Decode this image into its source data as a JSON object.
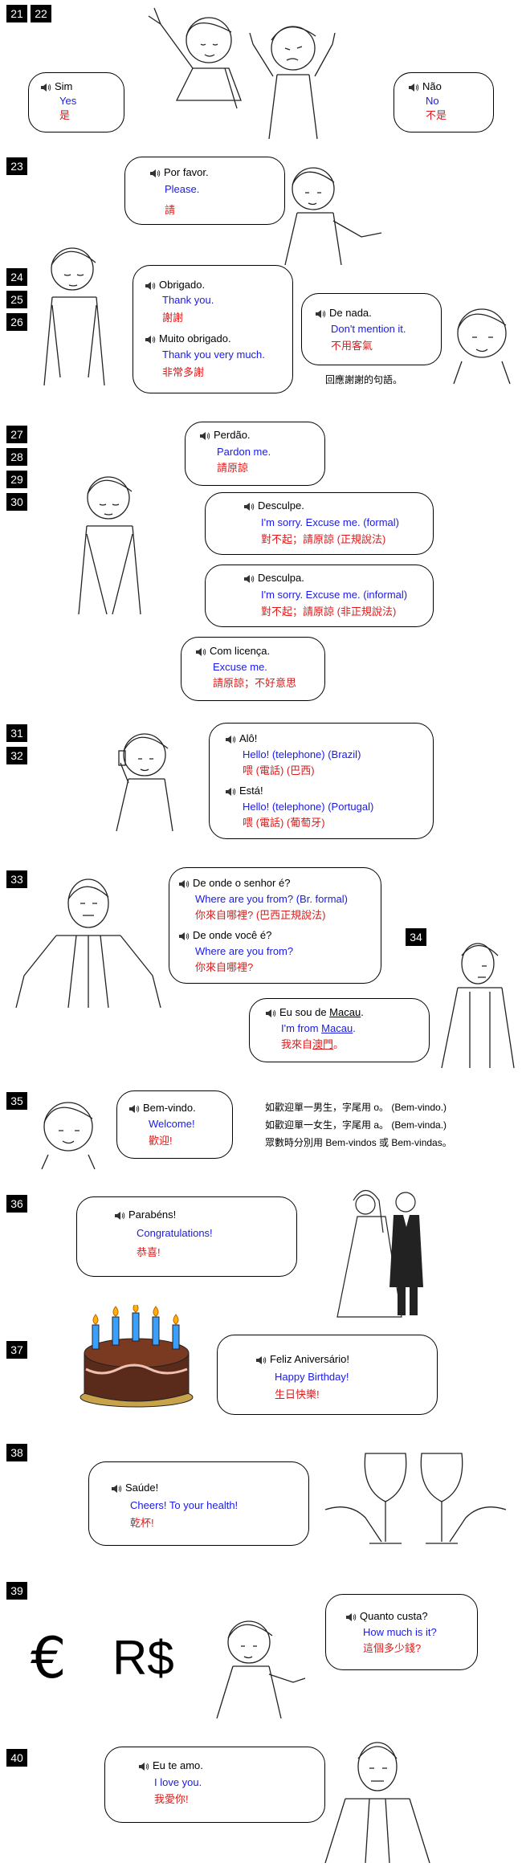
{
  "nums": [
    "21",
    "22",
    "23",
    "24",
    "25",
    "26",
    "27",
    "28",
    "29",
    "30",
    "31",
    "32",
    "33",
    "34",
    "35",
    "36",
    "37",
    "38",
    "39",
    "40"
  ],
  "p21": {
    "pt": "Sim",
    "en": "Yes",
    "zh": "是"
  },
  "p22": {
    "pt": "Não",
    "en": "No",
    "zh": "不是"
  },
  "p23": {
    "pt": "Por favor.",
    "en": "Please.",
    "zh": "請"
  },
  "p24": {
    "pt": "Obrigado.",
    "en": "Thank you.",
    "zh": "謝謝"
  },
  "p25": {
    "pt": "Muito obrigado.",
    "en": "Thank you very much.",
    "zh": "非常多謝"
  },
  "p26": {
    "pt": "De nada.",
    "en": "Don't mention it.",
    "zh": "不用客氣",
    "note": "回應謝謝的句語。"
  },
  "p27": {
    "pt": "Perdão.",
    "en": "Pardon me.",
    "zh": "請原諒"
  },
  "p28": {
    "pt": "Desculpe.",
    "en": "I'm sorry.   Excuse me. (formal)",
    "zh": "對不起；請原諒 (正規說法)"
  },
  "p29": {
    "pt": "Desculpa.",
    "en": "I'm sorry.   Excuse me. (informal)",
    "zh": "對不起；請原諒 (非正規說法)"
  },
  "p30": {
    "pt": "Com licença.",
    "en": "Excuse me.",
    "zh": "請原諒；不好意思"
  },
  "p31": {
    "pt": "Alô!",
    "en": "Hello! (telephone) (Brazil)",
    "zh": "喂  (電話) (巴西)"
  },
  "p32": {
    "pt": "Está!",
    "en": "Hello! (telephone) (Portugal)",
    "zh": "喂  (電話) (葡萄牙)"
  },
  "p33a": {
    "pt": "De onde o senhor é?",
    "en": "Where are you from? (Br. formal)",
    "zh": "你來自哪裡? (巴西正規說法)"
  },
  "p33b": {
    "pt": "De onde você é?",
    "en": "Where are you from?",
    "zh": "你來自哪裡?"
  },
  "p34": {
    "pt_a": "Eu sou de ",
    "pt_b": "Macau",
    "pt_c": ".",
    "en_a": "I'm from ",
    "en_b": "Macau",
    "en_c": ".",
    "zh_a": "我來自",
    "zh_b": "澳門",
    "zh_c": "。"
  },
  "p35": {
    "pt": "Bem-vindo.",
    "en": "Welcome!",
    "zh": "歡迎!",
    "notes": [
      "如歡迎單一男生，字尾用 o。 (Bem-vindo.)",
      "如歡迎單一女生，字尾用 a。 (Bem-vinda.)",
      "眾數時分別用 Bem-vindos 或 Bem-vindas。"
    ]
  },
  "p36": {
    "pt": "Parabéns!",
    "en": "Congratulations!",
    "zh": "恭喜!"
  },
  "p37": {
    "pt": "Feliz Aniversário!",
    "en": "Happy Birthday!",
    "zh": "生日快樂!"
  },
  "p38": {
    "pt": "Saúde!",
    "en": "Cheers!    To your health!",
    "zh": "乾杯!"
  },
  "p39": {
    "pt": "Quanto custa?",
    "en": "How much is it?",
    "zh": "這個多少錢?",
    "currency_euro": "€",
    "currency_real": "R$"
  },
  "p40": {
    "pt": "Eu te amo.",
    "en": "I love you.",
    "zh": "我愛你!"
  }
}
